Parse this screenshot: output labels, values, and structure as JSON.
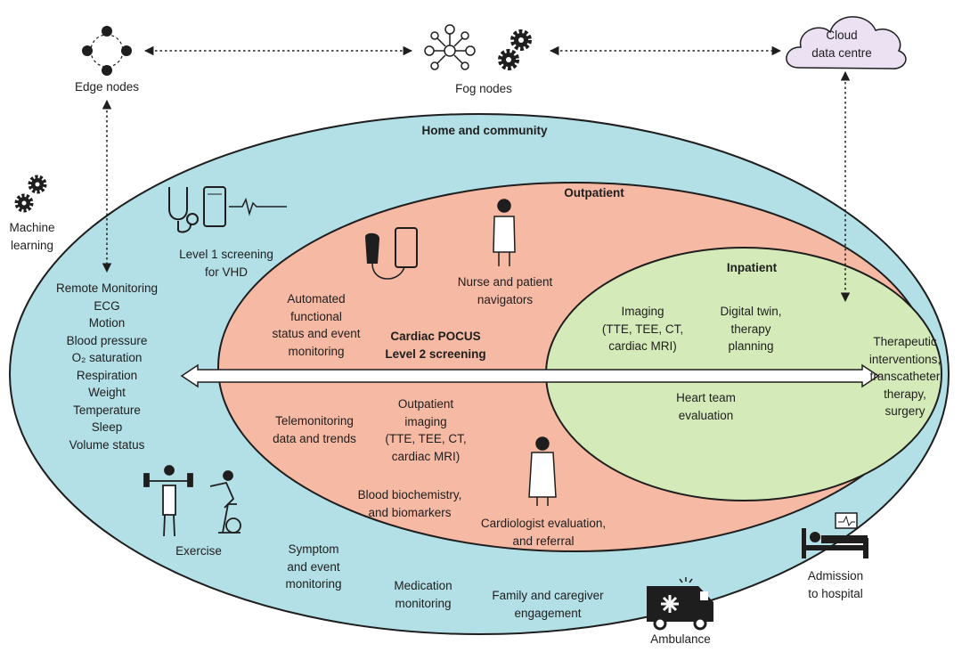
{
  "nodes": {
    "edge": "Edge nodes",
    "fog": "Fog nodes",
    "cloud": "Cloud\ndata centre",
    "machine_learning": "Machine\nlearning"
  },
  "zones": {
    "home": "Home and community",
    "outpatient": "Outpatient",
    "inpatient": "Inpatient"
  },
  "home_items": {
    "level1": "Level 1 screening\nfor VHD",
    "monitoring_list": [
      "Remote Monitoring",
      "ECG",
      "Motion",
      "Blood pressure",
      "O₂ saturation",
      "Respiration",
      "Weight",
      "Temperature",
      "Sleep",
      "Volume status"
    ],
    "exercise": "Exercise",
    "symptom": "Symptom\nand event\nmonitoring",
    "medication": "Medication\nmonitoring",
    "family": "Family and caregiver\nengagement",
    "ambulance": "Ambulance"
  },
  "outpatient_items": {
    "automated": "Automated\nfunctional\nstatus and event\nmonitoring",
    "nurse": "Nurse and patient\nnavigators",
    "pocus": "Cardiac POCUS\nLevel 2 screening",
    "telemonitoring": "Telemonitoring\ndata and trends",
    "imaging": "Outpatient\nimaging\n(TTE, TEE, CT,\ncardiac MRI)",
    "blood": "Blood biochemistry,\nand biomarkers",
    "cardiologist": "Cardiologist evaluation,\nand referral"
  },
  "inpatient_items": {
    "imaging": "Imaging\n(TTE, TEE, CT,\ncardiac MRI)",
    "digital_twin": "Digital twin,\ntherapy\nplanning",
    "heart_team": "Heart team\nevaluation",
    "therapeutic": "Therapeutic\ninterventions,\ntranscatheter\ntherapy,\nsurgery",
    "admission": "Admission\nto hospital"
  },
  "colors": {
    "home": "#b3dfe6",
    "outpatient": "#f6b9a3",
    "inpatient": "#d5eab9",
    "cloud": "#ece0f3",
    "ink": "#1e1e1e"
  }
}
